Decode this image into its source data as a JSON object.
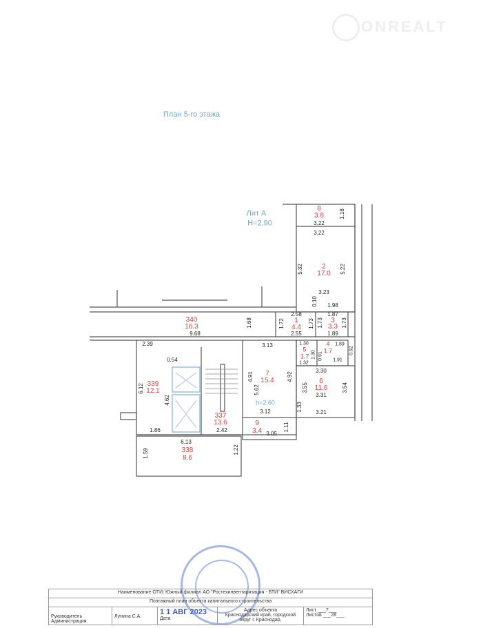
{
  "watermark": {
    "brand": "ONREALT"
  },
  "plan": {
    "title": "План 5-го этажа",
    "lit": "Лит А",
    "height_main": "H=2.90",
    "height_room7": "h=2.60"
  },
  "rooms": [
    {
      "num": "8",
      "area": "3.8"
    },
    {
      "num": "2",
      "area": "17.0"
    },
    {
      "num": "3",
      "area": "3.3"
    },
    {
      "num": "1",
      "area": "4.4"
    },
    {
      "num": "340",
      "area": "16.3"
    },
    {
      "num": "339",
      "area": "12.1"
    },
    {
      "num": "337",
      "area": "13.6"
    },
    {
      "num": "338",
      "area": "8.6"
    },
    {
      "num": "7",
      "area": "15.4"
    },
    {
      "num": "9",
      "area": "3.4"
    },
    {
      "num": "5",
      "area": "1.7"
    },
    {
      "num": "4",
      "area": "1.7"
    },
    {
      "num": "6",
      "area": "11.6"
    }
  ],
  "dims": [
    "3.22",
    "1.18",
    "3.22",
    "5.32",
    "5.22",
    "3.23",
    "0.10",
    "1.98",
    "1.87",
    "1.73",
    "1.73",
    "1.89",
    "2.58",
    "1.72",
    "1.73",
    "2.55",
    "1.68",
    "9.68",
    "2.39",
    "0.54",
    "6.12",
    "4.62",
    "5.62",
    "1.86",
    "2.42",
    "6.13",
    "1.59",
    "1.22",
    "3.13",
    "4.91",
    "4.92",
    "3.12",
    "3.05",
    "1.11",
    "1.30",
    "1.30",
    "1.32",
    "0.91",
    "1.89",
    "1.91",
    "0.92",
    "3.30",
    "3.55",
    "3.54",
    "3.31",
    "1.33",
    "3.21"
  ],
  "stamp": {
    "oti": "Наименование ОТИ: Южный филиал АО \"Ростехинвентаризация - БТИ\" ВИСХАГИ",
    "doc": "Поэтажный план объекта капитального строительства",
    "role": "Руководитель",
    "role2": "Администрация",
    "name": "Лунина С.А.",
    "date_stamp": "1 1 АВГ 2023",
    "date_label": "Дата",
    "address_label": "Адрес объекта",
    "address": "Краснодарский край, городской округ г. Краснодар,",
    "sheet_label": "Лист",
    "sheet": "7",
    "sheets_label": "Листов",
    "sheets": "28"
  }
}
